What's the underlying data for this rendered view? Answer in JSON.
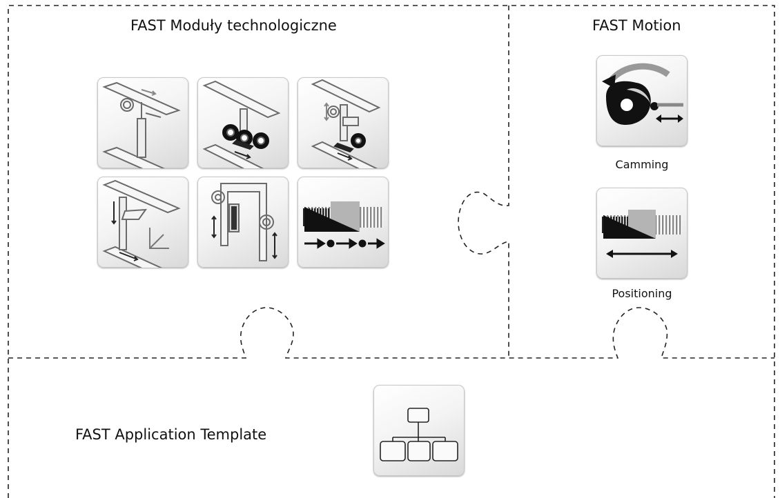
{
  "sections": {
    "tech_modules": {
      "title": "FAST Moduły technologiczne"
    },
    "motion": {
      "title": "FAST Motion",
      "items": [
        {
          "label": "Camming"
        },
        {
          "label": "Positioning"
        }
      ]
    },
    "app_template": {
      "title": "FAST Application Template"
    }
  },
  "icons": {
    "tech_modules": [
      "gantry-axis-icon",
      "gantry-winder-icon",
      "gantry-lift-icon",
      "gantry-xyz-icon",
      "portal-lift-icon",
      "conveyor-positioning-icon"
    ],
    "motion": [
      "camming-icon",
      "positioning-icon"
    ],
    "app_template": "application-template-icon"
  },
  "colors": {
    "border": "#222222",
    "icon_stroke": "#555555",
    "icon_dark": "#111111"
  }
}
